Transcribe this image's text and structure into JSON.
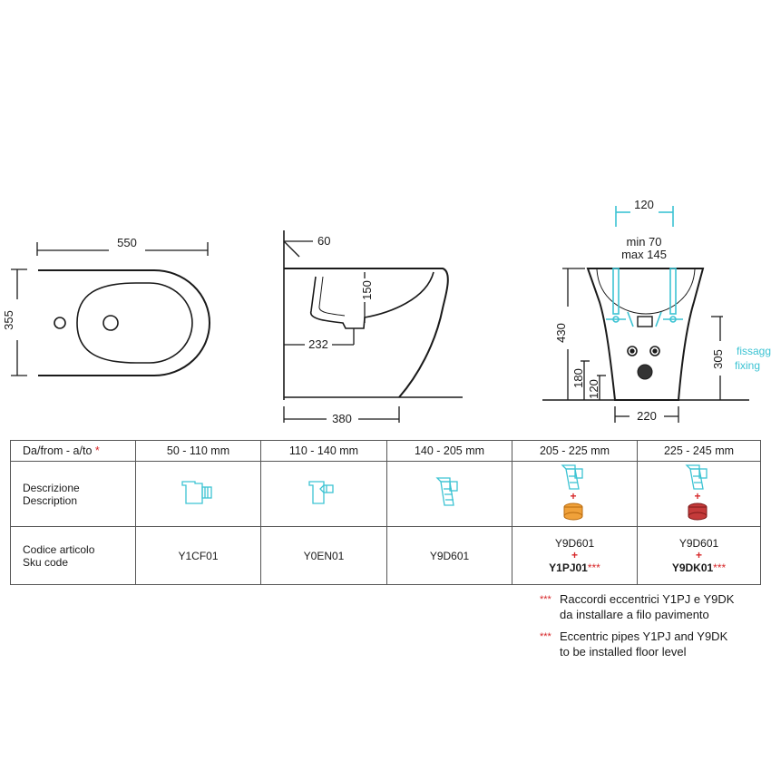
{
  "top_view": {
    "width": "550",
    "depth": "355"
  },
  "side_view": {
    "top_offset": "60",
    "bowl_depth": "150",
    "outlet_offset": "232",
    "base_width": "380"
  },
  "front_view": {
    "spacing": "120",
    "min": "min 70",
    "max": "max 145",
    "height": "430",
    "fix_height": "305",
    "fix_label_1": "fissaggi",
    "fix_label_2": "fixing",
    "h180": "180",
    "h120": "120",
    "base_width": "220"
  },
  "colors": {
    "cyan": "#3cc3d3",
    "red": "#d7282a",
    "orange": "#f0a13a",
    "dark_red": "#b52a2a"
  },
  "table": {
    "header_label": "Da/from - a/to",
    "header_star": "*",
    "ranges": [
      "50  - 110 mm",
      "110 - 140 mm",
      "140 - 205 mm",
      "205 - 225 mm",
      "225 - 245 mm"
    ],
    "row_description": {
      "l1": "Descrizione",
      "l2": "Description"
    },
    "row_sku": {
      "l1": "Codice articolo",
      "l2": "Sku code"
    },
    "sku": [
      "Y1CF01",
      "Y0EN01",
      "Y9D601"
    ],
    "sku4": {
      "a": "Y9D601",
      "plus": "+",
      "b": "Y1PJ01",
      "stars": "***"
    },
    "sku5": {
      "a": "Y9D601",
      "plus": "+",
      "b": "Y9DK01",
      "stars": "***"
    },
    "desc_icons": [
      "pipe-short-icon",
      "pipe-medium-icon",
      "pipe-angled-icon",
      "pipe-eccentric-orange-icon",
      "pipe-eccentric-red-icon"
    ]
  },
  "notes": [
    {
      "mark": "***",
      "l1": "Raccordi eccentrici Y1PJ  e Y9DK",
      "l2": "da installare a filo pavimento"
    },
    {
      "mark": "***",
      "l1": "Eccentric pipes Y1PJ  and Y9DK",
      "l2": "to be installed floor level"
    }
  ]
}
